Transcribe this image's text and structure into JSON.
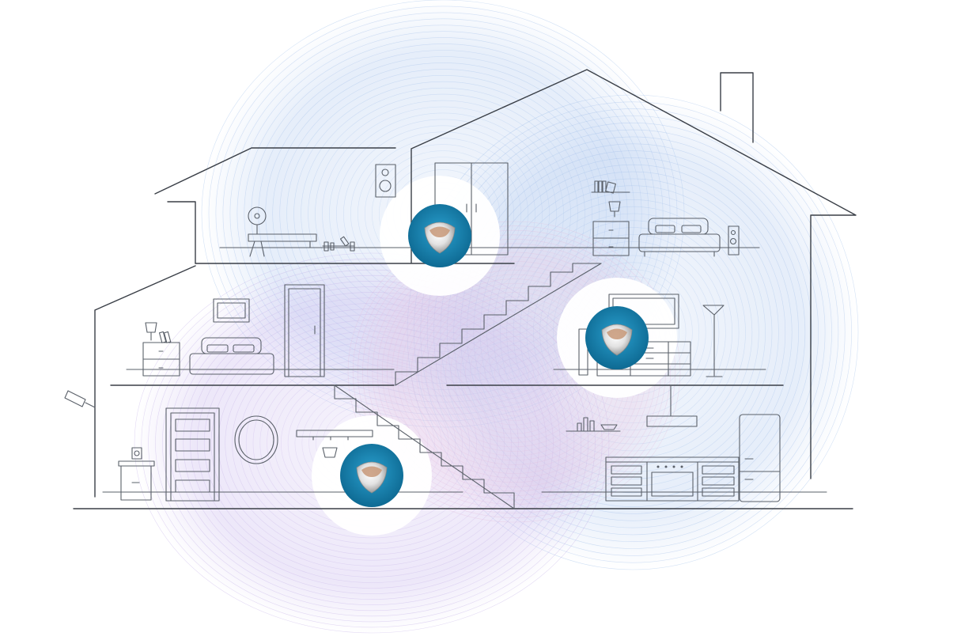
{
  "colors": {
    "background": "#ffffff",
    "line": "#3a3f47",
    "wave_blue": "#8fb3e6",
    "wave_purple": "#b9a3e3",
    "wave_pink": "#e3b8d8",
    "node_ring": "#1a86b5",
    "node_ring_dark": "#0d6690",
    "node_core": "#d8d8d8",
    "node_accent": "#b88a6a"
  },
  "nodes": [
    {
      "id": "upper-floor-node",
      "icon": "mesh-wifi-node-icon"
    },
    {
      "id": "middle-floor-node",
      "icon": "mesh-wifi-node-icon"
    },
    {
      "id": "ground-floor-node",
      "icon": "mesh-wifi-node-icon"
    }
  ],
  "rooms": {
    "attic": [
      "weight-bench-icon",
      "dumbbell-icon",
      "speaker-icon",
      "wardrobe-icon",
      "shelf-icon",
      "table-lamp-icon",
      "nightstand-icon",
      "bed-icon",
      "speaker-icon"
    ],
    "middle": [
      "table-lamp-icon",
      "nightstand-icon",
      "bed-icon",
      "picture-frame-icon",
      "door-icon",
      "staircase-icon",
      "tv-icon",
      "media-cabinet-icon",
      "floor-lamp-icon"
    ],
    "ground": [
      "security-camera-icon",
      "nightstand-icon",
      "front-door-icon",
      "mirror-icon",
      "coat-rack-icon",
      "range-hood-icon",
      "kitchen-cabinets-icon",
      "oven-icon",
      "fridge-icon"
    ]
  }
}
